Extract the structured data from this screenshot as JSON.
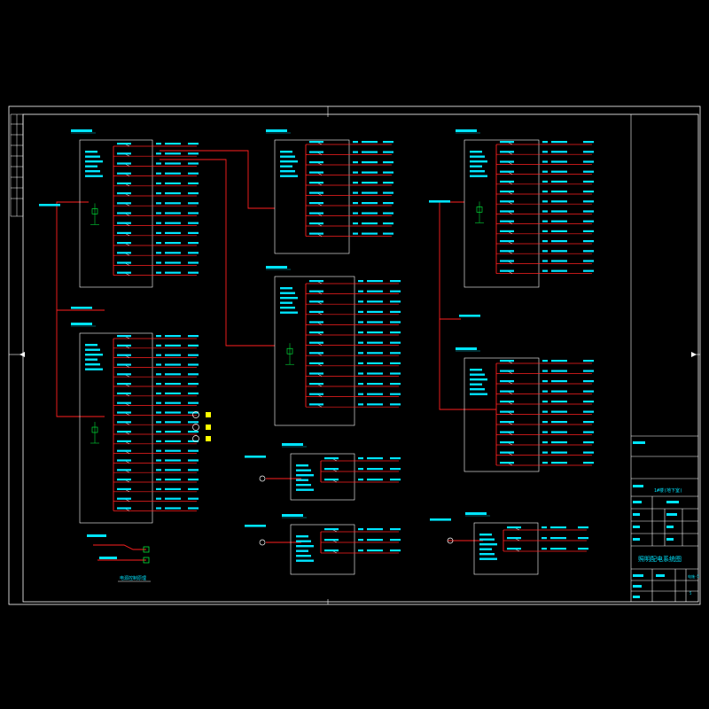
{
  "colors": {
    "background": "#000000",
    "frame": "#ffffff",
    "bus": "#ff2020",
    "text": "#00e5ff",
    "device": "#00ff40",
    "highlight": "#ffff00"
  },
  "title_block": {
    "drawing_title": "照明配电系统图",
    "project": "1#楼(地下室)",
    "sheet_no": "电施-5",
    "page": "5"
  },
  "legend_caption": "电源控制原理"
}
